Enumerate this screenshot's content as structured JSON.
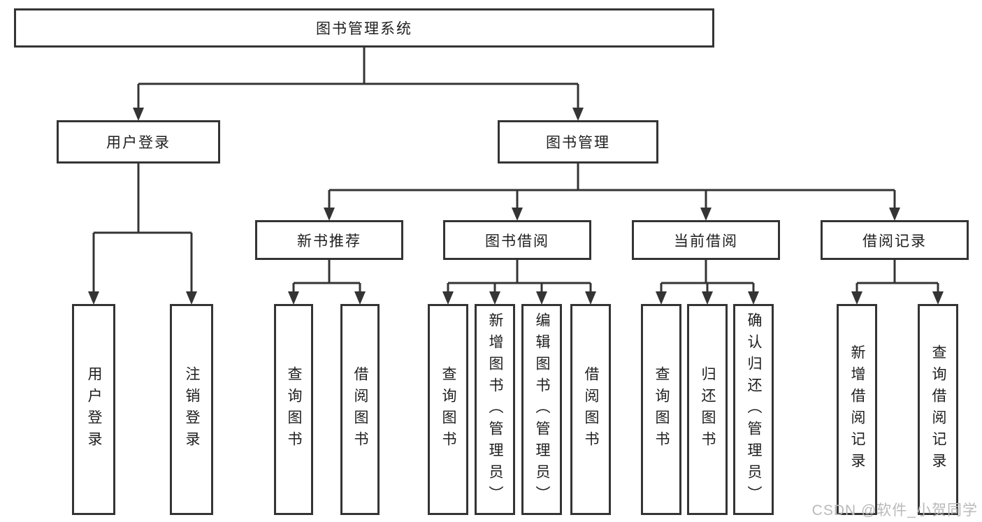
{
  "diagram": {
    "title": "图书管理系统",
    "colors": {
      "line": "#343434",
      "box_border": "#343434",
      "text": "#1e1e1e",
      "background": "#ffffff",
      "watermark": "#b9b9b9"
    },
    "nodes": [
      {
        "id": "root",
        "label": "图书管理系统",
        "orientation": "horizontal",
        "level": 1
      },
      {
        "id": "user-login",
        "label": "用户登录",
        "orientation": "horizontal",
        "level": 2
      },
      {
        "id": "book-management",
        "label": "图书管理",
        "orientation": "horizontal",
        "level": 2
      },
      {
        "id": "new-book-recommend",
        "label": "新书推荐",
        "orientation": "horizontal",
        "level": 3
      },
      {
        "id": "book-borrow",
        "label": "图书借阅",
        "orientation": "horizontal",
        "level": 3
      },
      {
        "id": "current-borrow",
        "label": "当前借阅",
        "orientation": "horizontal",
        "level": 3
      },
      {
        "id": "borrow-records",
        "label": "借阅记录",
        "orientation": "horizontal",
        "level": 3
      },
      {
        "id": "v-user-login",
        "label": "用户登录",
        "orientation": "vertical",
        "level": 4
      },
      {
        "id": "v-logout",
        "label": "注销登录",
        "orientation": "vertical",
        "level": 4
      },
      {
        "id": "v-query-books-1",
        "label": "查询图书",
        "orientation": "vertical",
        "level": 4
      },
      {
        "id": "v-borrow-books-1",
        "label": "借阅图书",
        "orientation": "vertical",
        "level": 4
      },
      {
        "id": "v-query-books-2",
        "label": "查询图书",
        "orientation": "vertical",
        "level": 4
      },
      {
        "id": "v-add-books",
        "label": "新增图书（管理员）",
        "orientation": "vertical",
        "level": 4
      },
      {
        "id": "v-edit-books",
        "label": "编辑图书（管理员）",
        "orientation": "vertical",
        "level": 4
      },
      {
        "id": "v-borrow-books-2",
        "label": "借阅图书",
        "orientation": "vertical",
        "level": 4
      },
      {
        "id": "v-query-books-3",
        "label": "查询图书",
        "orientation": "vertical",
        "level": 4
      },
      {
        "id": "v-return-books",
        "label": "归还图书",
        "orientation": "vertical",
        "level": 4
      },
      {
        "id": "v-confirm-return",
        "label": "确认归还（管理员）",
        "orientation": "vertical",
        "level": 4
      },
      {
        "id": "v-add-borrow-record",
        "label": "新增借阅记录",
        "orientation": "vertical",
        "level": 4
      },
      {
        "id": "v-query-borrow-record",
        "label": "查询借阅记录",
        "orientation": "vertical",
        "level": 4
      }
    ],
    "edges": [
      {
        "parent": "root",
        "children": [
          "user-login",
          "book-management"
        ]
      },
      {
        "parent": "user-login",
        "children": [
          "v-user-login",
          "v-logout"
        ]
      },
      {
        "parent": "book-management",
        "children": [
          "new-book-recommend",
          "book-borrow",
          "current-borrow",
          "borrow-records"
        ]
      },
      {
        "parent": "new-book-recommend",
        "children": [
          "v-query-books-1",
          "v-borrow-books-1"
        ]
      },
      {
        "parent": "book-borrow",
        "children": [
          "v-query-books-2",
          "v-add-books",
          "v-edit-books",
          "v-borrow-books-2"
        ]
      },
      {
        "parent": "current-borrow",
        "children": [
          "v-query-books-3",
          "v-return-books",
          "v-confirm-return"
        ]
      },
      {
        "parent": "borrow-records",
        "children": [
          "v-add-borrow-record",
          "v-query-borrow-record"
        ]
      }
    ],
    "watermark": "CSDN @软件_小贺同学"
  }
}
